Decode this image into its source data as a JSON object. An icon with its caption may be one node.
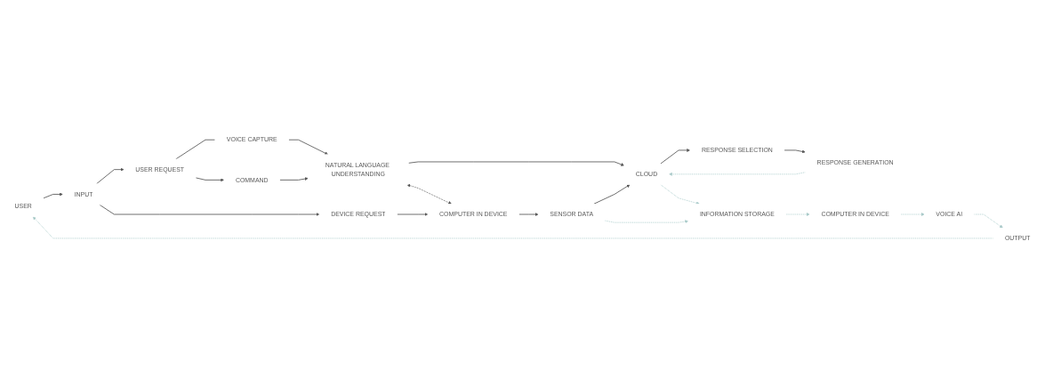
{
  "diagram": {
    "nodes": [
      {
        "text": [
          "USER"
        ]
      },
      {
        "text": [
          "INPUT"
        ]
      },
      {
        "text": [
          "USER REQUEST"
        ]
      },
      {
        "text": [
          "DEVICE REQUEST"
        ]
      },
      {
        "text": [
          "VOICE CAPTURE"
        ]
      },
      {
        "text": [
          "COMMAND"
        ]
      },
      {
        "text": [
          "NATURAL LANGUAGE UNDERSTANDING"
        ]
      },
      {
        "text": [
          "COMPUTER IN DEVICE"
        ]
      },
      {
        "text": [
          "SENSOR DATA"
        ]
      },
      {
        "text": [
          "CLOUD"
        ]
      },
      {
        "text": [
          "RESPONSE SELECTION"
        ]
      },
      {
        "text": [
          "RESPONSE GENERATION"
        ]
      },
      {
        "text": [
          "INFORMATION STORAGE"
        ]
      },
      {
        "text": [
          "COMPUTER IN DEVICE"
        ]
      },
      {
        "text": [
          "VOICE AI"
        ]
      },
      {
        "text": [
          "OUTPUT"
        ]
      }
    ],
    "edges": [
      {
        "from": 0,
        "to": 1,
        "arrow": "to"
      },
      {
        "from": 1,
        "to": 2,
        "arrow": "to"
      },
      {
        "from": 1,
        "to": 3,
        "arrow": "to"
      },
      {
        "from": 2,
        "to": 4,
        "arrow": "none"
      },
      {
        "from": 2,
        "to": 5,
        "arrow": "to"
      },
      {
        "from": 4,
        "to": 6,
        "arrow": "to"
      },
      {
        "from": 5,
        "to": 6,
        "arrow": "to"
      },
      {
        "from": 6,
        "to": 7,
        "arrow": "both",
        "style": "dashed"
      },
      {
        "from": 3,
        "to": 7,
        "arrow": "to"
      },
      {
        "from": 7,
        "to": 8,
        "arrow": "to"
      },
      {
        "from": 6,
        "to": 9,
        "arrow": "to"
      },
      {
        "from": 8,
        "to": 9,
        "arrow": "to"
      },
      {
        "from": 9,
        "to": 10,
        "arrow": "to"
      },
      {
        "from": 10,
        "to": 11,
        "arrow": "to"
      },
      {
        "from": 11,
        "to": 9,
        "arrow": "to",
        "style": "dashed",
        "color": "#a9cbca"
      },
      {
        "from": 9,
        "to": 12,
        "arrow": "to",
        "style": "dashed",
        "color": "#a9cbca"
      },
      {
        "from": 8,
        "to": 12,
        "arrow": "to",
        "style": "dashed",
        "color": "#a9cbca"
      },
      {
        "from": 12,
        "to": 13,
        "arrow": "to",
        "style": "dashed",
        "color": "#a9cbca"
      },
      {
        "from": 13,
        "to": 14,
        "arrow": "to",
        "style": "dashed",
        "color": "#a9cbca"
      },
      {
        "from": 14,
        "to": 15,
        "arrow": "to",
        "style": "dashed",
        "color": "#a9cbca"
      },
      {
        "from": 15,
        "to": 0,
        "arrow": "to",
        "style": "dashed",
        "color": "#a9cbca"
      }
    ]
  }
}
